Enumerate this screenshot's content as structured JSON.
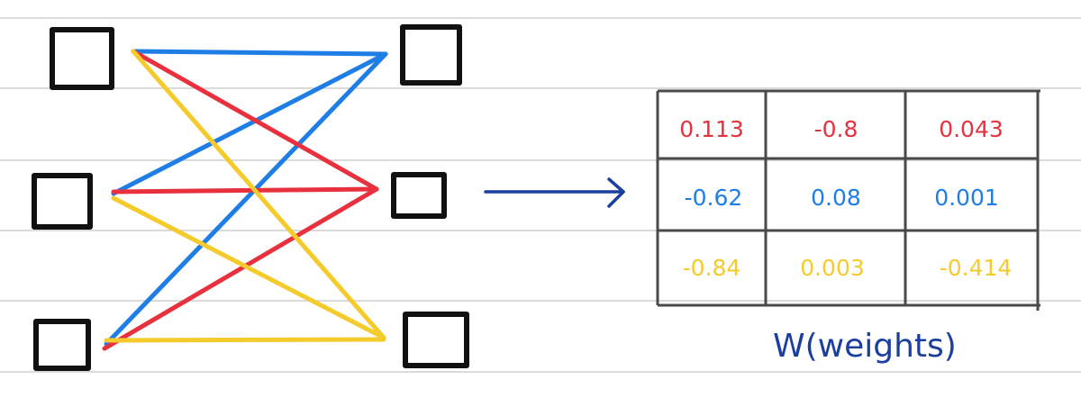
{
  "colors": {
    "red": "#e8313e",
    "blue": "#1e7ee6",
    "yellow": "#f5cb2c",
    "ink": "#111111",
    "caption": "#1a3f9e",
    "ruled_line": "#cfcfcf"
  },
  "weights": {
    "rows": [
      [
        "0.113",
        "-0.8",
        "0.043"
      ],
      [
        "-0.62",
        "0.08",
        "0.001"
      ],
      [
        "-0.84",
        "0.003",
        "-0.414"
      ]
    ],
    "row_colors": [
      "red",
      "blue",
      "yellow"
    ]
  },
  "caption": "W(weights)"
}
